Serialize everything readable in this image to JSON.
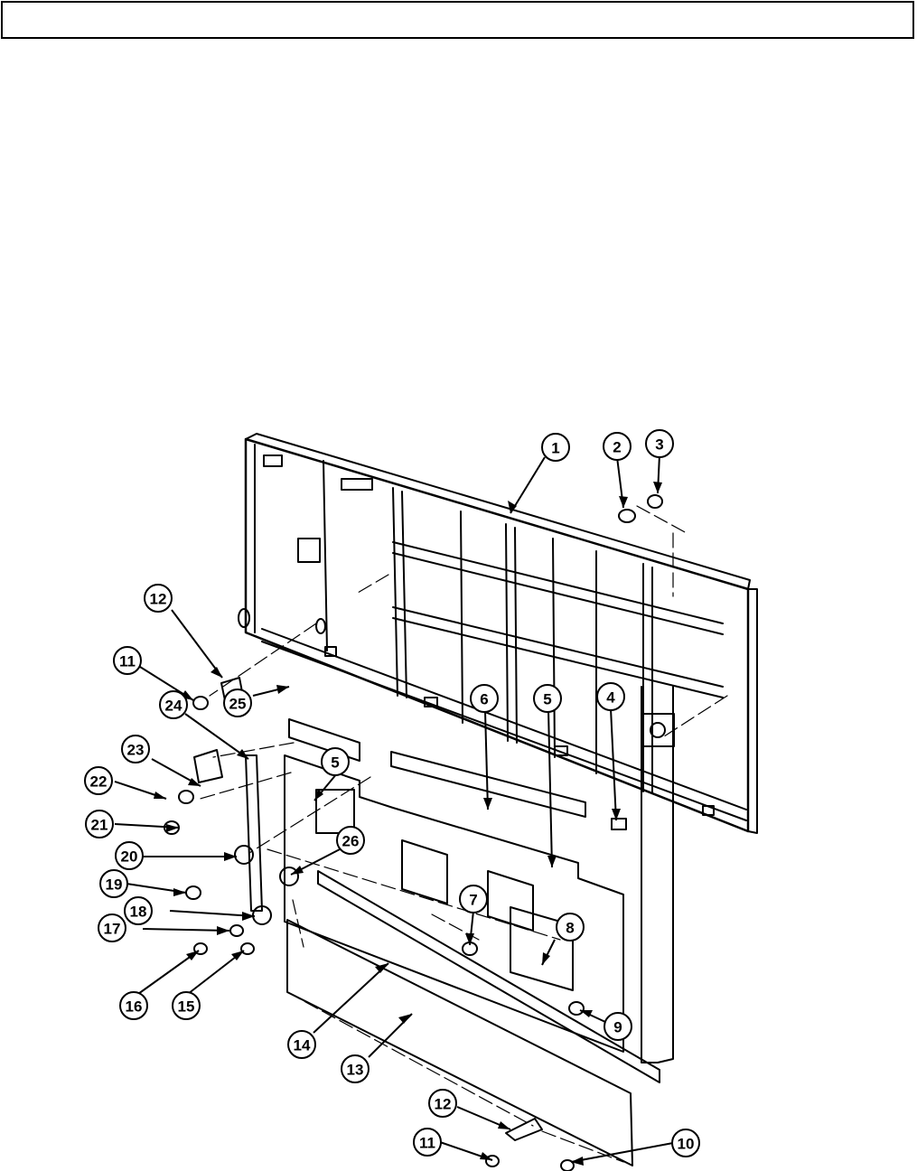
{
  "header": {
    "text": ""
  },
  "callouts": [
    {
      "id": "callout-1",
      "label": "1"
    },
    {
      "id": "callout-2",
      "label": "2"
    },
    {
      "id": "callout-3",
      "label": "3"
    },
    {
      "id": "callout-4",
      "label": "4"
    },
    {
      "id": "callout-5a",
      "label": "5"
    },
    {
      "id": "callout-5b",
      "label": "5"
    },
    {
      "id": "callout-6",
      "label": "6"
    },
    {
      "id": "callout-7",
      "label": "7"
    },
    {
      "id": "callout-8",
      "label": "8"
    },
    {
      "id": "callout-9",
      "label": "9"
    },
    {
      "id": "callout-10",
      "label": "10"
    },
    {
      "id": "callout-11a",
      "label": "11"
    },
    {
      "id": "callout-11b",
      "label": "11"
    },
    {
      "id": "callout-12a",
      "label": "12"
    },
    {
      "id": "callout-12b",
      "label": "12"
    },
    {
      "id": "callout-13",
      "label": "13"
    },
    {
      "id": "callout-14",
      "label": "14"
    },
    {
      "id": "callout-15",
      "label": "15"
    },
    {
      "id": "callout-16",
      "label": "16"
    },
    {
      "id": "callout-17",
      "label": "17"
    },
    {
      "id": "callout-18",
      "label": "18"
    },
    {
      "id": "callout-19",
      "label": "19"
    },
    {
      "id": "callout-20",
      "label": "20"
    },
    {
      "id": "callout-21",
      "label": "21"
    },
    {
      "id": "callout-22",
      "label": "22"
    },
    {
      "id": "callout-23",
      "label": "23"
    },
    {
      "id": "callout-24",
      "label": "24"
    },
    {
      "id": "callout-25",
      "label": "25"
    },
    {
      "id": "callout-26",
      "label": "26"
    }
  ]
}
